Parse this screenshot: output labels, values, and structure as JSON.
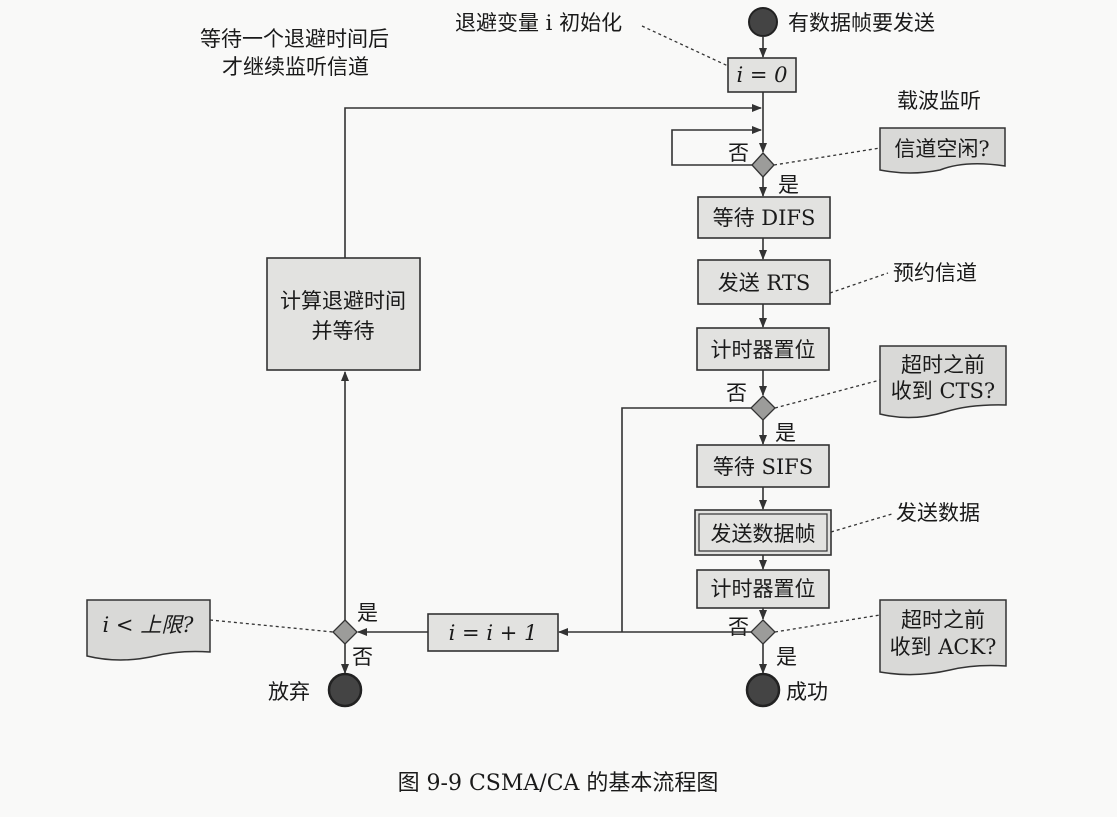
{
  "start_label": "有数据帧要发送",
  "init_note": "退避变量 i 初始化",
  "init_box": "i = 0",
  "backoff_note_1": "等待一个退避时间后",
  "backoff_note_2": "才继续监听信道",
  "carrier_sense_note": "载波监听",
  "channel_idle_q": "信道空闲?",
  "wait_difs": "等待 DIFS",
  "send_rts": "发送 RTS",
  "reserve_note": "预约信道",
  "backoff_box_1": "计算退避时间",
  "backoff_box_2": "并等待",
  "timer_reset_1": "计时器置位",
  "cts_q_1": "超时之前",
  "cts_q_2": "收到 CTS?",
  "wait_sifs": "等待 SIFS",
  "send_frame": "发送数据帧",
  "send_data_note": "发送数据",
  "timer_reset_2": "计时器置位",
  "ack_q_1": "超时之前",
  "ack_q_2": "收到 ACK?",
  "increment_box": "i = i + 1",
  "limit_q": "i < 上限?",
  "yes": "是",
  "no": "否",
  "give_up": "放弃",
  "success": "成功",
  "caption": "图 9-9   CSMA/CA 的基本流程图",
  "colors": {
    "box": "#e2e2e0",
    "diamond": "#9c9c9a",
    "terminal": "#444444"
  }
}
